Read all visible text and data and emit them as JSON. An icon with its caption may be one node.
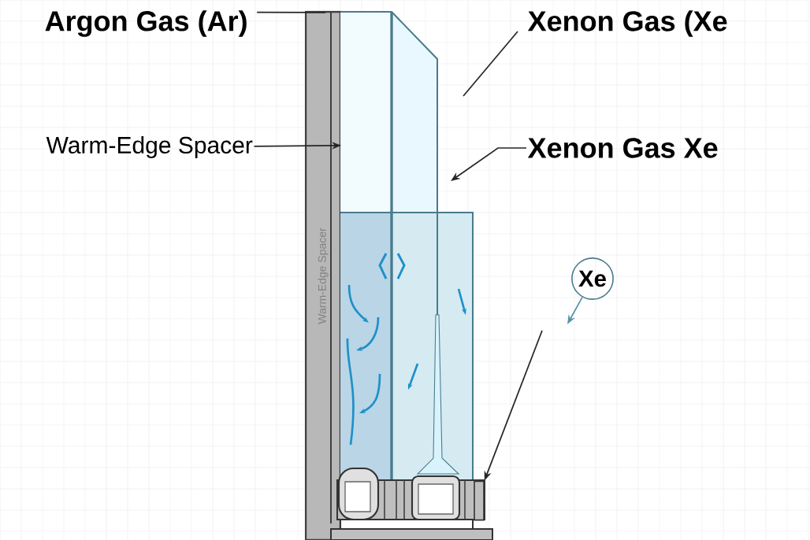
{
  "diagram": {
    "nodes": [
      {
        "text": [
          "Argon Gas (Ar)"
        ]
      },
      {
        "text": [
          "Warm-Edge Spacer"
        ]
      },
      {
        "text": [
          "Xenon Gas (Xe"
        ]
      },
      {
        "text": [
          "Xenon Gas Xe"
        ]
      },
      {
        "text": [
          "Xe"
        ]
      },
      {
        "text": [],
        "shape": "box"
      },
      {
        "text": [
          "Warm-Edge Spacer"
        ]
      }
    ],
    "edges": [
      {
        "from": 0,
        "to": 6,
        "arrow": "none"
      },
      {
        "from": 1,
        "to": 6,
        "arrow": "to"
      },
      {
        "from": 2,
        "to": null,
        "arrow": "none"
      },
      {
        "from": 3,
        "to": null,
        "arrow": "to"
      },
      {
        "from": 4,
        "to": null,
        "arrow": "to",
        "color": "#5b93a8"
      },
      {
        "from": null,
        "to": 5,
        "arrow": "to"
      }
    ]
  }
}
